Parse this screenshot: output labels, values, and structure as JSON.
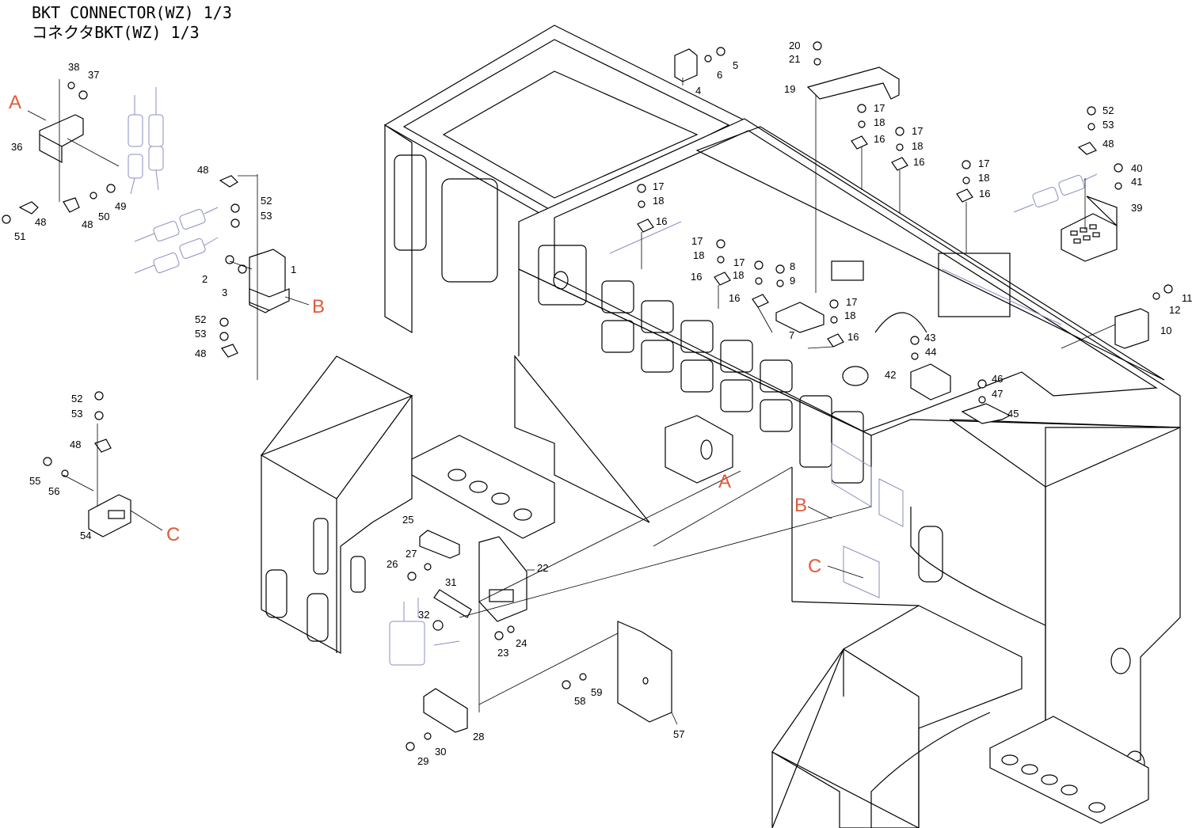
{
  "title": {
    "line1": "BKT CONNECTOR(WZ) 1/3",
    "line2": "コネクタBKT(WZ) 1/3"
  },
  "colors": {
    "reference_letter": "#e05a3a",
    "ghost_parts": "#8a8fc0",
    "line": "#000000"
  },
  "reference_labels": [
    "A",
    "B",
    "C",
    "A",
    "B",
    "C"
  ],
  "part_numbers": [
    "1",
    "2",
    "3",
    "4",
    "5",
    "6",
    "7",
    "8",
    "9",
    "10",
    "11",
    "12",
    "16",
    "17",
    "18",
    "19",
    "20",
    "21",
    "22",
    "23",
    "24",
    "25",
    "26",
    "27",
    "28",
    "29",
    "30",
    "31",
    "32",
    "36",
    "37",
    "38",
    "39",
    "40",
    "41",
    "42",
    "43",
    "44",
    "45",
    "46",
    "47",
    "48",
    "49",
    "50",
    "51",
    "52",
    "53",
    "54",
    "55",
    "56",
    "57",
    "58",
    "59"
  ]
}
